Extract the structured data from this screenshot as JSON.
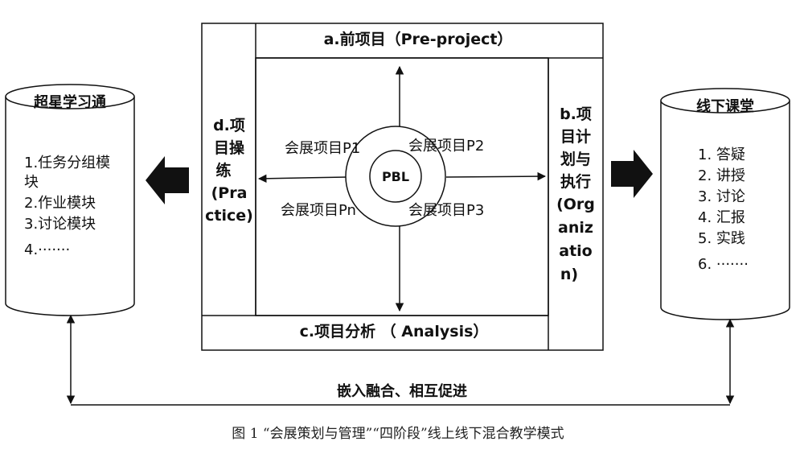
{
  "frame": {
    "top_label": "a.前项目（Pre-project）",
    "bottom_label": "c.项目分析 （ Analysis）",
    "left_label_lines": [
      "d.项",
      "目操",
      "练",
      "(Pra",
      "ctice)"
    ],
    "right_label_lines": [
      "b.项",
      "目计",
      "划与",
      "执行",
      "(Org",
      "aniz",
      "atio",
      "n)"
    ]
  },
  "center": {
    "core": "PBL",
    "p1": "会展项目P1",
    "p2": "会展项目P2",
    "p3": "会展项目P3",
    "pn": "会展项目Pn"
  },
  "left_cylinder": {
    "title": "超星学习通",
    "items": [
      "1.任务分组模",
      "块",
      "2.作业模块",
      "3.讨论模块",
      "4.·······"
    ]
  },
  "right_cylinder": {
    "title": "线下课堂",
    "items": [
      "1. 答疑",
      "2. 讲授",
      "3. 讨论",
      "4. 汇报",
      "5. 实践",
      "6. ·······"
    ]
  },
  "bottom_connector": "嵌入融合、相互促进",
  "caption": "图 1 “会展策划与管理”“四阶段”线上线下混合教学模式"
}
